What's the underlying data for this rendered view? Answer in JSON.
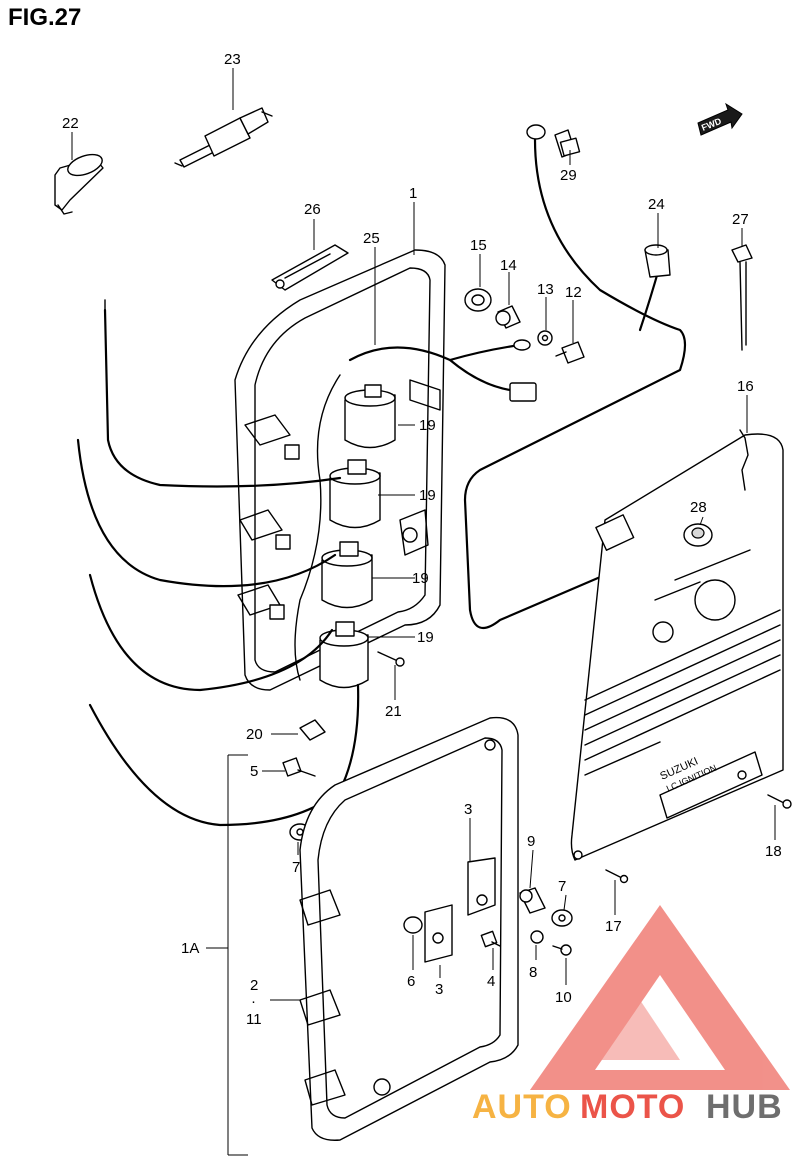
{
  "figure": {
    "title": "FIG.27"
  },
  "callouts": {
    "c1": "1",
    "c1A": "1A",
    "c2": "2",
    "c2dot": "·",
    "c3a": "3",
    "c3b": "3",
    "c4": "4",
    "c5": "5",
    "c6": "6",
    "c7a": "7",
    "c7b": "7",
    "c8": "8",
    "c9": "9",
    "c10": "10",
    "c11": "11",
    "c12": "12",
    "c13": "13",
    "c14": "14",
    "c15": "15",
    "c16": "16",
    "c17": "17",
    "c18": "18",
    "c19a": "19",
    "c19b": "19",
    "c19c": "19",
    "c19d": "19",
    "c20": "20",
    "c21": "21",
    "c22": "22",
    "c23": "23",
    "c24": "24",
    "c25": "25",
    "c26": "26",
    "c27": "27",
    "c28": "28",
    "c29": "29"
  },
  "fwd_arrow": {
    "label": "FWD"
  },
  "cover_label": {
    "brand": "SUZUKI",
    "text": "I C IGNITION"
  },
  "watermark": {
    "part1": "AUTO",
    "part2": "MOTO",
    "part3": "HUB",
    "colors": {
      "red": "#e8372a",
      "orange": "#f5a623",
      "grey": "#555555"
    }
  }
}
